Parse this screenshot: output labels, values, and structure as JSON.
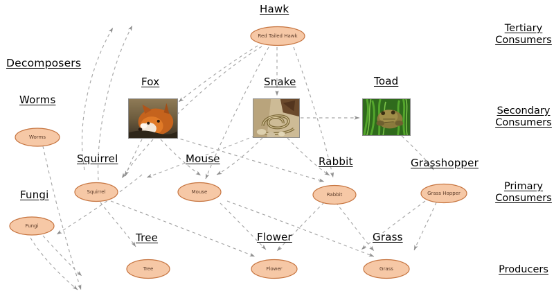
{
  "diagram": {
    "title_visible": false,
    "colors": {
      "node_fill": "#f6c8a6",
      "node_stroke": "#c6743f",
      "node_text": "#5a3a28",
      "arrow": "#9a9a9a",
      "label_text": "#000000",
      "photo_border": "#8c8c8c"
    }
  },
  "tier_labels": [
    {
      "name": "tertiary-consumers",
      "line1": "Tertiary",
      "line2": "Consumers"
    },
    {
      "name": "secondary-consumers",
      "line1": "Secondary",
      "line2": "Consumers"
    },
    {
      "name": "primary-consumers",
      "line1": "Primary",
      "line2": "Consumers"
    },
    {
      "name": "producers",
      "line1": "Producers",
      "line2": ""
    }
  ],
  "side_labels": [
    {
      "name": "decomposers",
      "text": "Decomposers"
    }
  ],
  "headings": [
    {
      "name": "heading-hawk",
      "text": "Hawk"
    },
    {
      "name": "heading-worms",
      "text": "Worms"
    },
    {
      "name": "heading-fox",
      "text": "Fox"
    },
    {
      "name": "heading-snake",
      "text": "Snake"
    },
    {
      "name": "heading-toad",
      "text": "Toad"
    },
    {
      "name": "heading-squirrel",
      "text": "Squirrel"
    },
    {
      "name": "heading-mouse",
      "text": "Mouse"
    },
    {
      "name": "heading-rabbit",
      "text": "Rabbit"
    },
    {
      "name": "heading-grasshopper",
      "text": "Grasshopper"
    },
    {
      "name": "heading-fungi",
      "text": "Fungi"
    },
    {
      "name": "heading-tree",
      "text": "Tree"
    },
    {
      "name": "heading-flower",
      "text": "Flower"
    },
    {
      "name": "heading-grass",
      "text": "Grass"
    }
  ],
  "nodes": [
    {
      "name": "node-red-tailed-hawk",
      "label": "Red Tailed Hawk"
    },
    {
      "name": "node-worms",
      "label": "Worms"
    },
    {
      "name": "node-fungi",
      "label": "Fungi"
    },
    {
      "name": "node-squirrel",
      "label": "Squirrel"
    },
    {
      "name": "node-mouse",
      "label": "Mouse"
    },
    {
      "name": "node-rabbit",
      "label": "Rabbit"
    },
    {
      "name": "node-grass-hopper",
      "label": "Grass Hopper"
    },
    {
      "name": "node-tree",
      "label": "Tree"
    },
    {
      "name": "node-flower",
      "label": "Flower"
    },
    {
      "name": "node-grass",
      "label": "Grass"
    }
  ],
  "photos": [
    {
      "name": "photo-fox",
      "alt": "fox"
    },
    {
      "name": "photo-snake",
      "alt": "snake"
    },
    {
      "name": "photo-toad",
      "alt": "toad"
    }
  ],
  "chart_data": {
    "type": "diagram",
    "subtype": "food-web",
    "title": "Food Web",
    "trophic_levels": [
      "Tertiary Consumers",
      "Secondary Consumers",
      "Primary Consumers",
      "Producers"
    ],
    "extra_group": "Decomposers",
    "organisms": [
      {
        "id": "hawk",
        "display": "Red Tailed Hawk",
        "heading": "Hawk",
        "level": "Tertiary Consumers"
      },
      {
        "id": "fox",
        "display": "Fox",
        "heading": "Fox",
        "level": "Secondary Consumers"
      },
      {
        "id": "snake",
        "display": "Snake",
        "heading": "Snake",
        "level": "Secondary Consumers"
      },
      {
        "id": "toad",
        "display": "Toad",
        "heading": "Toad",
        "level": "Secondary Consumers"
      },
      {
        "id": "squirrel",
        "display": "Squirrel",
        "heading": "Squirrel",
        "level": "Primary Consumers"
      },
      {
        "id": "mouse",
        "display": "Mouse",
        "heading": "Mouse",
        "level": "Primary Consumers"
      },
      {
        "id": "rabbit",
        "display": "Rabbit",
        "heading": "Rabbit",
        "level": "Primary Consumers"
      },
      {
        "id": "grasshopper",
        "display": "Grass Hopper",
        "heading": "Grasshopper",
        "level": "Primary Consumers"
      },
      {
        "id": "tree",
        "display": "Tree",
        "heading": "Tree",
        "level": "Producers"
      },
      {
        "id": "flower",
        "display": "Flower",
        "heading": "Flower",
        "level": "Producers"
      },
      {
        "id": "grass",
        "display": "Grass",
        "heading": "Grass",
        "level": "Producers"
      },
      {
        "id": "worms",
        "display": "Worms",
        "heading": "Worms",
        "level": "Decomposers"
      },
      {
        "id": "fungi",
        "display": "Fungi",
        "heading": "Fungi",
        "level": "Decomposers"
      }
    ],
    "edges": [
      {
        "from": "hawk",
        "to": "fox"
      },
      {
        "from": "hawk",
        "to": "snake"
      },
      {
        "from": "hawk",
        "to": "squirrel"
      },
      {
        "from": "hawk",
        "to": "mouse"
      },
      {
        "from": "hawk",
        "to": "rabbit"
      },
      {
        "from": "snake",
        "to": "toad"
      },
      {
        "from": "snake",
        "to": "mouse"
      },
      {
        "from": "snake",
        "to": "rabbit"
      },
      {
        "from": "fox",
        "to": "squirrel"
      },
      {
        "from": "fox",
        "to": "mouse"
      },
      {
        "from": "fox",
        "to": "rabbit"
      },
      {
        "from": "toad",
        "to": "grasshopper"
      },
      {
        "from": "squirrel",
        "to": "tree"
      },
      {
        "from": "squirrel",
        "to": "flower"
      },
      {
        "from": "mouse",
        "to": "flower"
      },
      {
        "from": "mouse",
        "to": "grass"
      },
      {
        "from": "rabbit",
        "to": "flower"
      },
      {
        "from": "rabbit",
        "to": "grass"
      },
      {
        "from": "grasshopper",
        "to": "grass"
      },
      {
        "from": "grasshopper",
        "to": "flower"
      },
      {
        "from": "producers",
        "to": "worms"
      },
      {
        "from": "producers",
        "to": "fungi"
      },
      {
        "from": "worms",
        "to": "soil"
      },
      {
        "from": "fungi",
        "to": "soil"
      }
    ],
    "arrow_style": "dashed-gray",
    "legend": null
  }
}
